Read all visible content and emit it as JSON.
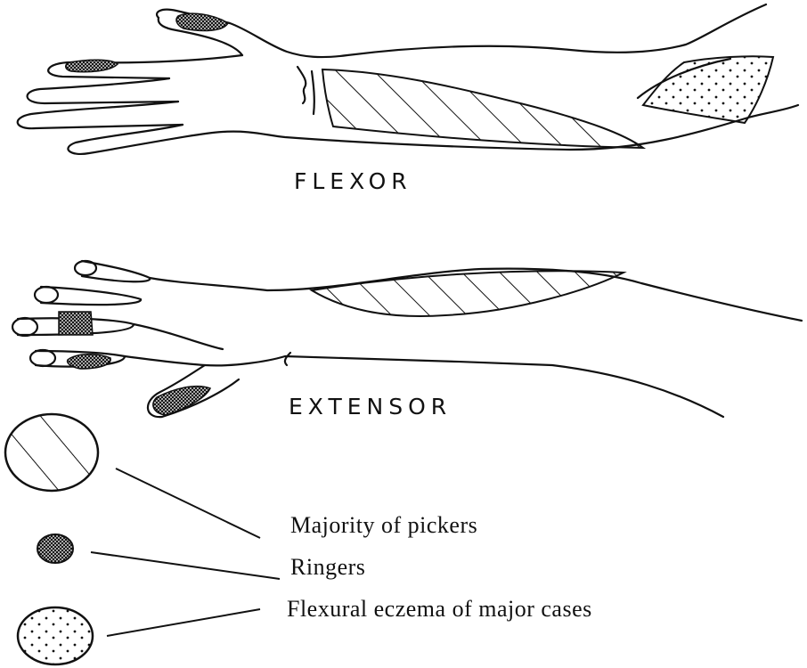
{
  "labels": {
    "flexor": "FLEXOR",
    "extensor": "EXTENSOR"
  },
  "legend": [
    {
      "pattern": "hatched",
      "text": "Majority of pickers"
    },
    {
      "pattern": "crosshatch-dark",
      "text": "Ringers"
    },
    {
      "pattern": "dotted",
      "text": "Flexural eczema of major cases"
    }
  ],
  "colors": {
    "ink": "#111111",
    "background": "#ffffff"
  }
}
